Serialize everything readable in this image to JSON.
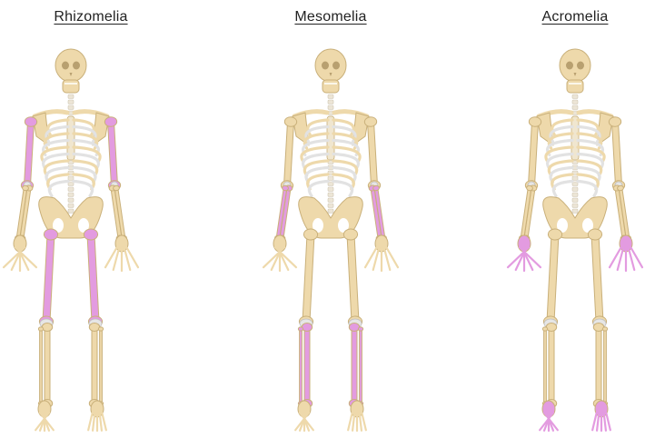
{
  "panels": [
    {
      "title": "Rhizomelia",
      "highlight": "proximal"
    },
    {
      "title": "Mesomelia",
      "highlight": "middle"
    },
    {
      "title": "Acromelia",
      "highlight": "distal"
    }
  ],
  "colors": {
    "bone": "#eed9ab",
    "bone_outline": "#c9b07a",
    "highlight": "#e39be0",
    "joint": "#e6e6e6",
    "title_text": "#222222"
  }
}
